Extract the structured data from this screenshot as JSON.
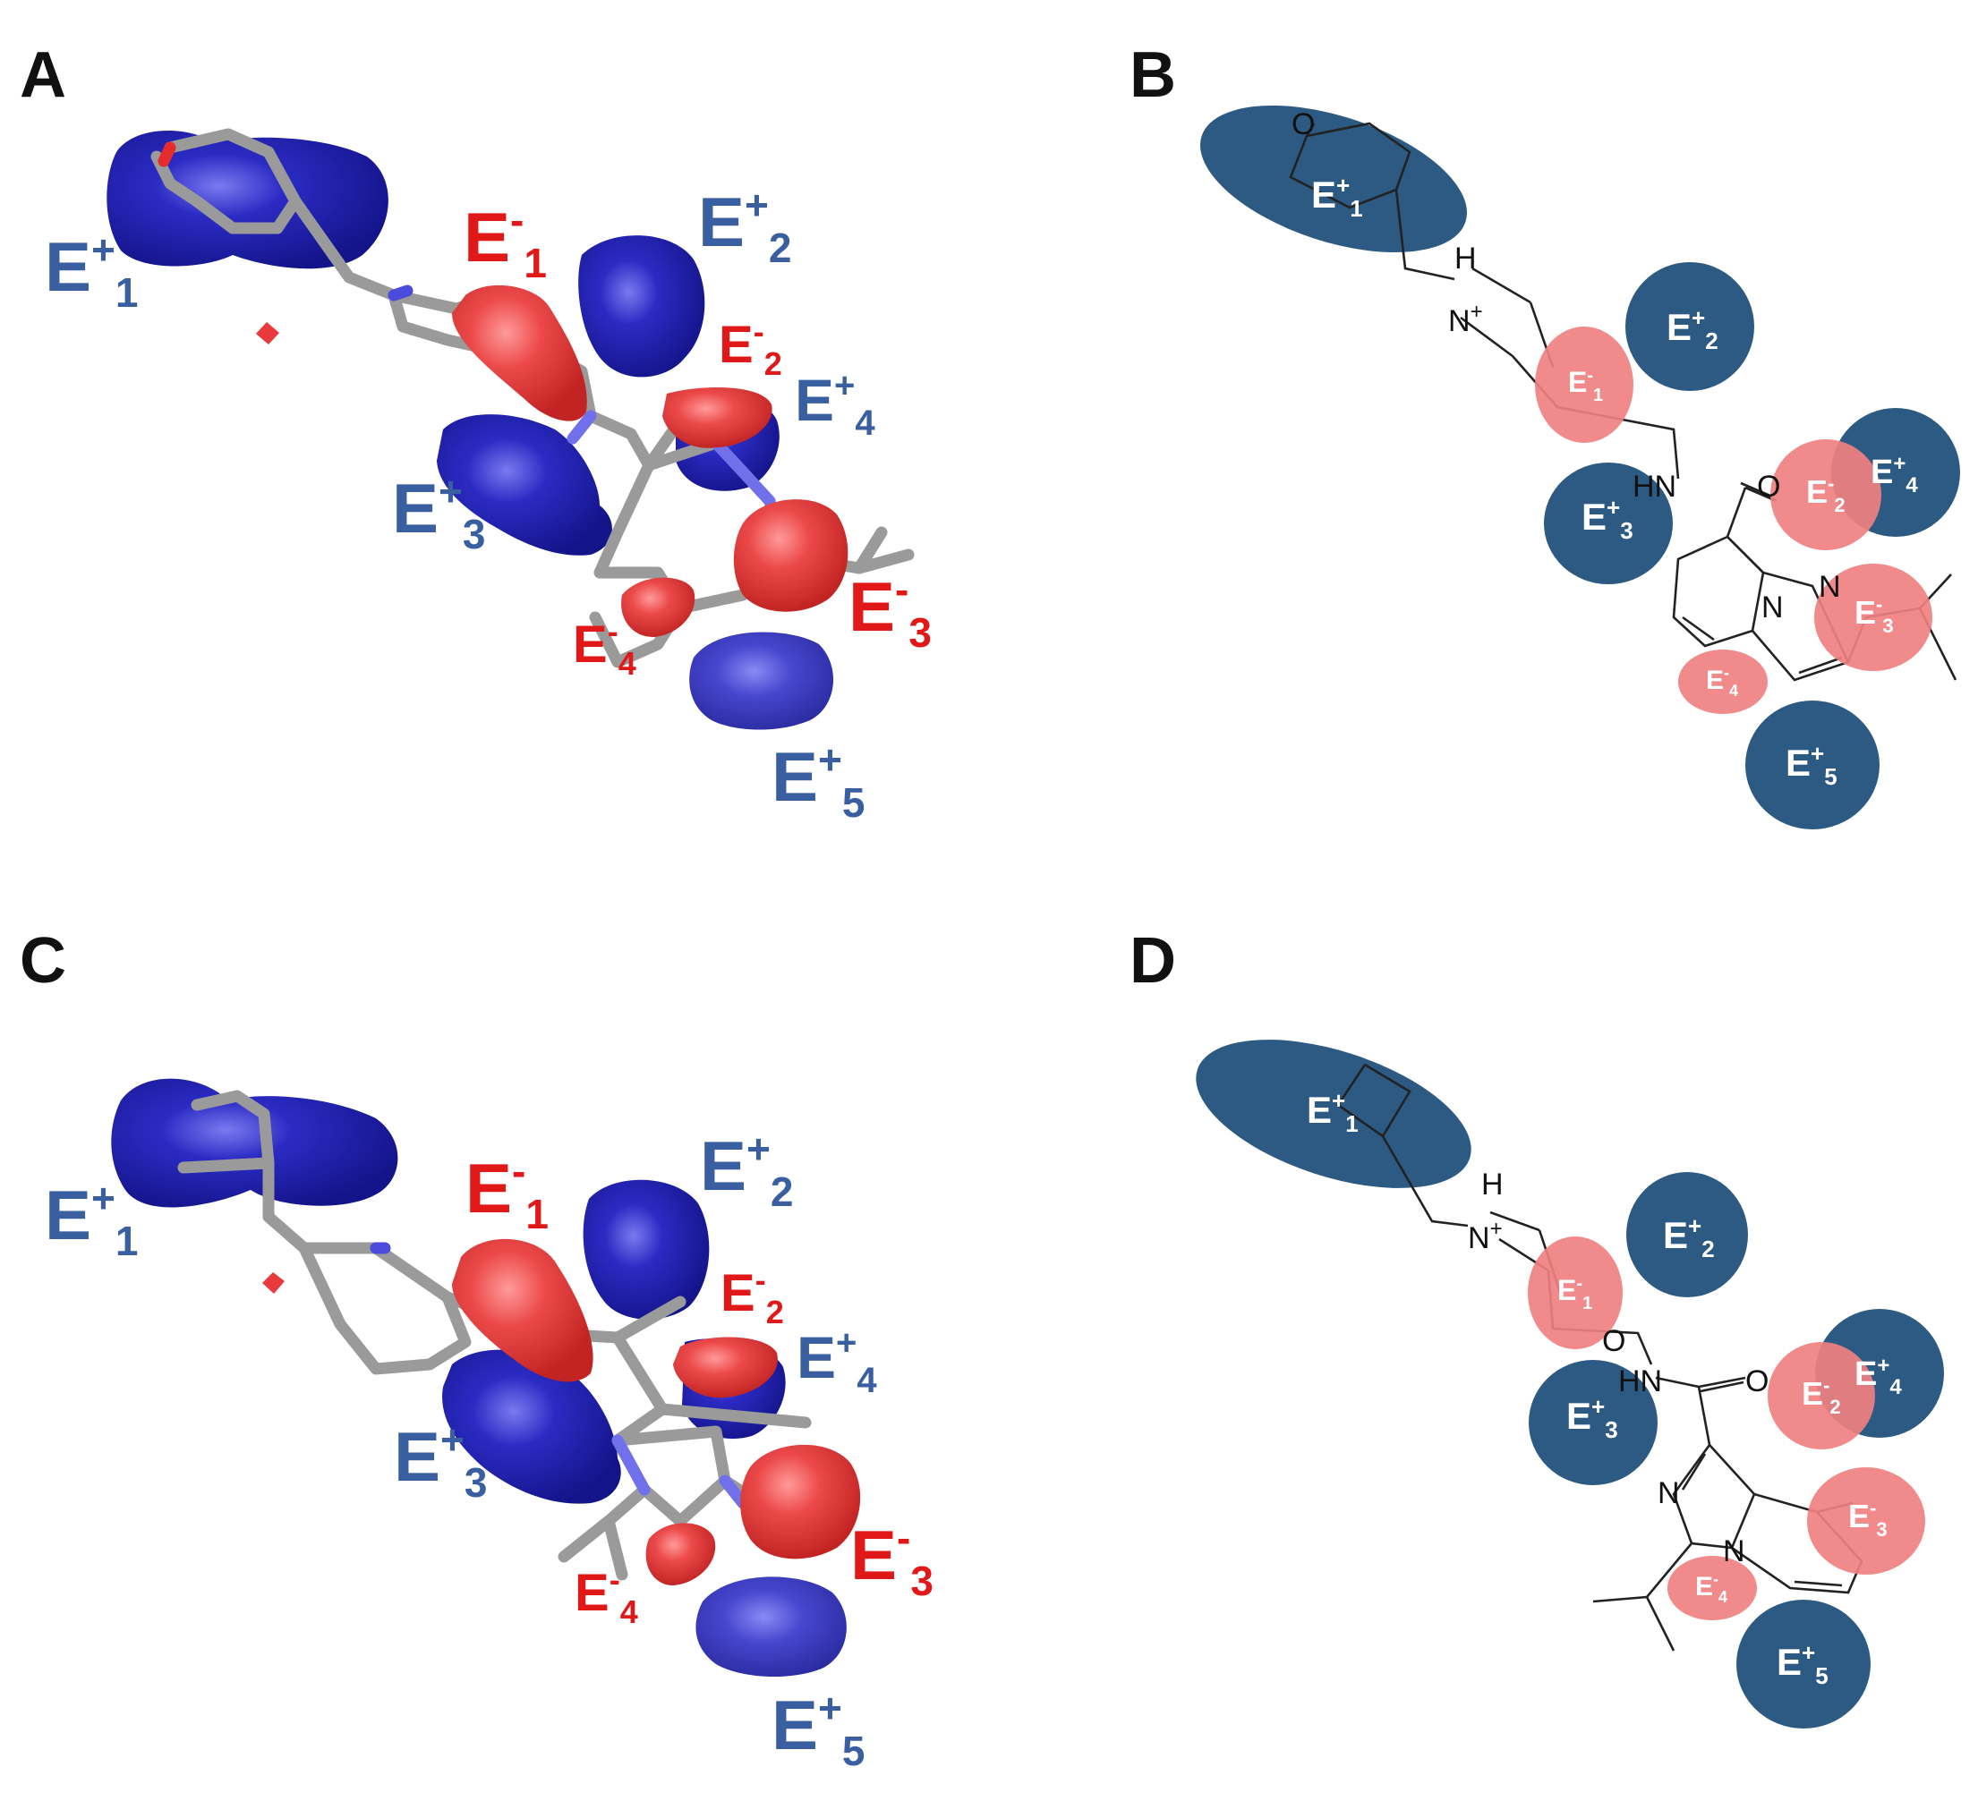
{
  "colors": {
    "positive_3d": "#1a1aa6",
    "positive_label": "#3a5fa0",
    "negative_3d": "#e8393c",
    "negative_label": "#e01818",
    "positive_2d": "#2d5a82",
    "negative_2d": "#f08080",
    "stick": "#9a9a9a"
  },
  "panels": {
    "A": {
      "letter": "A"
    },
    "B": {
      "letter": "B"
    },
    "C": {
      "letter": "C"
    },
    "D": {
      "letter": "D"
    }
  },
  "fields": {
    "E_plus_1": {
      "base": "E",
      "sup": "+",
      "sub": "1"
    },
    "E_plus_2": {
      "base": "E",
      "sup": "+",
      "sub": "2"
    },
    "E_plus_3": {
      "base": "E",
      "sup": "+",
      "sub": "3"
    },
    "E_plus_4": {
      "base": "E",
      "sup": "+",
      "sub": "4"
    },
    "E_plus_5": {
      "base": "E",
      "sup": "+",
      "sub": "5"
    },
    "E_minus_1": {
      "base": "E",
      "sup": "-",
      "sub": "1"
    },
    "E_minus_2": {
      "base": "E",
      "sup": "-",
      "sub": "2"
    },
    "E_minus_3": {
      "base": "E",
      "sup": "-",
      "sub": "3"
    },
    "E_minus_4": {
      "base": "E",
      "sup": "-",
      "sub": "4"
    }
  },
  "atoms": {
    "O": "O",
    "H": "H",
    "N_plus_base": "N",
    "N_plus_sup": "+",
    "HN": "HN",
    "N": "N"
  }
}
